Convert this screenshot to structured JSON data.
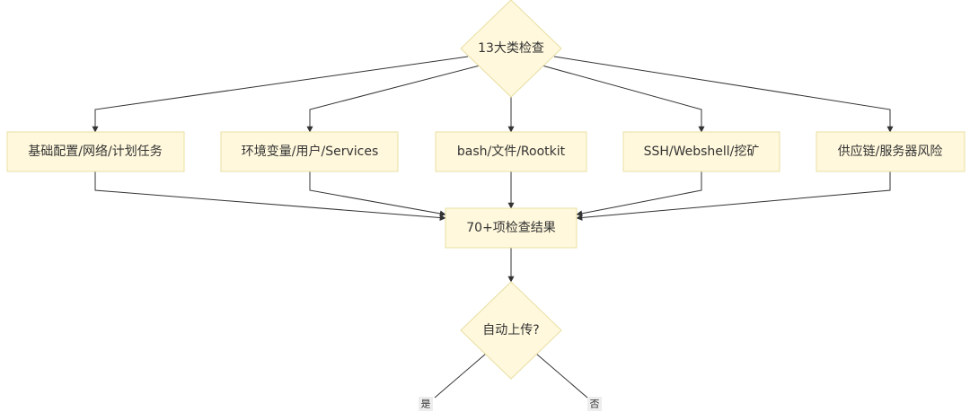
{
  "diagram": {
    "start": "13大类检查",
    "categories": [
      "基础配置/网络/计划任务",
      "环境变量/用户/Services",
      "bash/文件/Rootkit",
      "SSH/Webshell/挖矿",
      "供应链/服务器风险"
    ],
    "result": "70+项检查结果",
    "decision": "自动上传?",
    "branches": {
      "yes": "是",
      "no": "否"
    }
  },
  "colors": {
    "node_fill": "#fff8dc",
    "node_stroke": "#e8dfa3",
    "edge": "#333333",
    "text": "#333333"
  }
}
